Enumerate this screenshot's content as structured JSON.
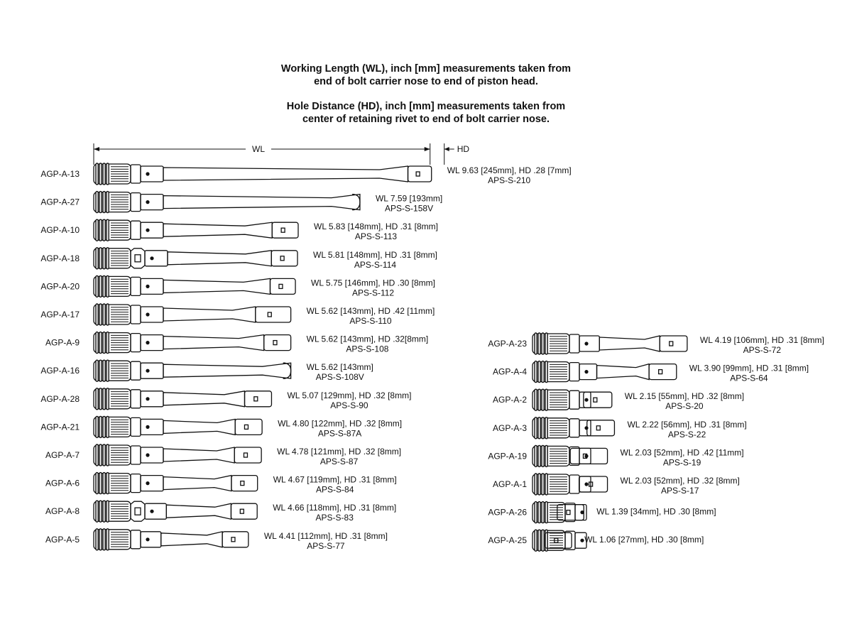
{
  "title": {
    "wl_line1": "Working Length (WL), inch [mm] measurements taken from",
    "wl_line2": "end of bolt carrier nose to end of piston head.",
    "hd_line1": "Hole Distance (HD), inch [mm] measurements taken from",
    "hd_line2": "center of retaining rivet to end of bolt carrier nose."
  },
  "dimension": {
    "wl_label": "WL",
    "hd_label": "HD"
  },
  "colors": {
    "ink": "#111111",
    "background": "#ffffff"
  },
  "left_column": [
    {
      "model": "AGP-A-13",
      "spec": "WL 9.63 [245mm], HD .28 [7mm]",
      "part": "APS-S-210",
      "wl_in": 9.63,
      "hd_in": 0.28,
      "tip": "tab",
      "style": "standard"
    },
    {
      "model": "AGP-A-27",
      "spec": "WL 7.59 [193mm]",
      "part": "APS-S-158V",
      "wl_in": 7.59,
      "hd_in": null,
      "tip": "rounded",
      "style": "standard"
    },
    {
      "model": "AGP-A-10",
      "spec": "WL 5.83 [148mm], HD .31 [8mm]",
      "part": "APS-S-113",
      "wl_in": 5.83,
      "hd_in": 0.31,
      "tip": "tab",
      "style": "standard"
    },
    {
      "model": "AGP-A-18",
      "spec": "WL 5.81 [148mm], HD .31 [8mm]",
      "part": "APS-S-114",
      "wl_in": 5.81,
      "hd_in": 0.31,
      "tip": "tab",
      "style": "hex"
    },
    {
      "model": "AGP-A-20",
      "spec": "WL 5.75 [146mm], HD .30 [8mm]",
      "part": "APS-S-112",
      "wl_in": 5.75,
      "hd_in": 0.3,
      "tip": "tab",
      "style": "standard"
    },
    {
      "model": "AGP-A-17",
      "spec": "WL 5.62 [143mm], HD .42 [11mm]",
      "part": "APS-S-110",
      "wl_in": 5.62,
      "hd_in": 0.42,
      "tip": "tab",
      "style": "standard"
    },
    {
      "model": "AGP-A-9",
      "spec": "WL 5.62 [143mm], HD .32[8mm]",
      "part": "APS-S-108",
      "wl_in": 5.62,
      "hd_in": 0.32,
      "tip": "tab",
      "style": "standard"
    },
    {
      "model": "AGP-A-16",
      "spec": "WL 5.62 [143mm]",
      "part": "APS-S-108V",
      "wl_in": 5.62,
      "hd_in": null,
      "tip": "rounded",
      "style": "standard"
    },
    {
      "model": "AGP-A-28",
      "spec": "WL 5.07 [129mm], HD .32 [8mm]",
      "part": "APS-S-90",
      "wl_in": 5.07,
      "hd_in": 0.32,
      "tip": "tab",
      "style": "standard"
    },
    {
      "model": "AGP-A-21",
      "spec": "WL 4.80 [122mm], HD .32 [8mm]",
      "part": "APS-S-87A",
      "wl_in": 4.8,
      "hd_in": 0.32,
      "tip": "tab",
      "style": "standard"
    },
    {
      "model": "AGP-A-7",
      "spec": "WL 4.78 [121mm], HD .32 [8mm]",
      "part": "APS-S-87",
      "wl_in": 4.78,
      "hd_in": 0.32,
      "tip": "tab",
      "style": "standard"
    },
    {
      "model": "AGP-A-6",
      "spec": "WL 4.67 [119mm], HD .31 [8mm]",
      "part": "APS-S-84",
      "wl_in": 4.67,
      "hd_in": 0.31,
      "tip": "tab",
      "style": "standard"
    },
    {
      "model": "AGP-A-8",
      "spec": "WL 4.66 [118mm], HD .31 [8mm]",
      "part": "APS-S-83",
      "wl_in": 4.66,
      "hd_in": 0.31,
      "tip": "tab",
      "style": "hex"
    },
    {
      "model": "AGP-A-5",
      "spec": "WL 4.41 [112mm], HD .31 [8mm]",
      "part": "APS-S-77",
      "wl_in": 4.41,
      "hd_in": 0.31,
      "tip": "tab",
      "style": "standard"
    }
  ],
  "right_column": [
    {
      "model": "AGP-A-23",
      "spec": "WL 4.19 [106mm], HD .31 [8mm]",
      "part": "APS-S-72",
      "wl_in": 4.19,
      "hd_in": 0.31,
      "tip": "tab",
      "style": "standard"
    },
    {
      "model": "AGP-A-4",
      "spec": "WL 3.90 [99mm], HD .31 [8mm]",
      "part": "APS-S-64",
      "wl_in": 3.9,
      "hd_in": 0.31,
      "tip": "tab",
      "style": "standard"
    },
    {
      "model": "AGP-A-2",
      "spec": "WL 2.15 [55mm], HD .32 [8mm]",
      "part": "APS-S-20",
      "wl_in": 2.15,
      "hd_in": 0.32,
      "tip": "tab",
      "style": "standard"
    },
    {
      "model": "AGP-A-3",
      "spec": "WL 2.22 [56mm], HD .31 [8mm]",
      "part": "APS-S-22",
      "wl_in": 2.22,
      "hd_in": 0.31,
      "tip": "tab",
      "style": "standard"
    },
    {
      "model": "AGP-A-19",
      "spec": "WL 2.03 [52mm], HD .42 [11mm]",
      "part": "APS-S-19",
      "wl_in": 2.03,
      "hd_in": 0.42,
      "tip": "tab",
      "style": "standard"
    },
    {
      "model": "AGP-A-1",
      "spec": "WL 2.03 [52mm], HD .32 [8mm]",
      "part": "APS-S-17",
      "wl_in": 2.03,
      "hd_in": 0.32,
      "tip": "tab",
      "style": "standard"
    },
    {
      "model": "AGP-A-26",
      "spec": "WL 1.39 [34mm], HD .30 [8mm]",
      "part": "",
      "wl_in": 1.39,
      "hd_in": 0.3,
      "tip": "tab",
      "style": "compact"
    },
    {
      "model": "AGP-A-25",
      "spec": "WL 1.06 [27mm], HD .30 [8mm]",
      "part": "",
      "wl_in": 1.06,
      "hd_in": 0.3,
      "tip": "tab",
      "style": "compact"
    }
  ]
}
